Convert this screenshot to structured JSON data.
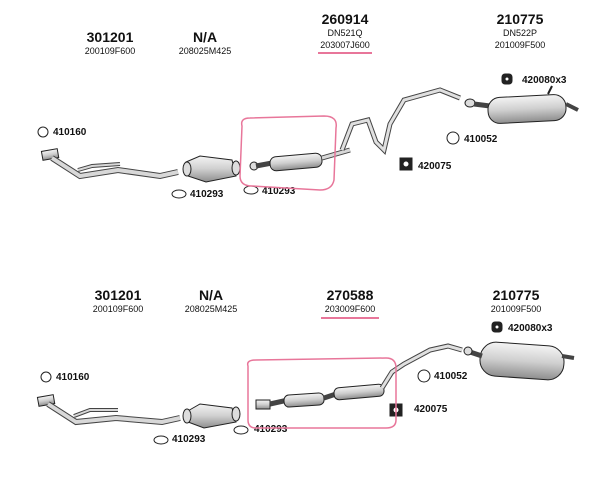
{
  "top": {
    "headers": [
      {
        "number": "301201",
        "codes": [
          "200109F600"
        ]
      },
      {
        "number": "N/A",
        "codes": [
          "208025M425"
        ]
      },
      {
        "number": "260914",
        "codes": [
          "DN521Q",
          "203007J600"
        ]
      },
      {
        "number": "210775",
        "codes": [
          "DN522P",
          "201009F500"
        ]
      }
    ],
    "parts": {
      "front_gasket": "410160",
      "cat_gasket_a": "410293",
      "cat_gasket_b": "410293",
      "hanger": "420075",
      "rear_gasket": "410052",
      "rear_hangers": "420080x3"
    }
  },
  "bottom": {
    "headers": [
      {
        "number": "301201",
        "codes": [
          "200109F600"
        ]
      },
      {
        "number": "N/A",
        "codes": [
          "208025M425"
        ]
      },
      {
        "number": "270588",
        "codes": [
          "203009F600"
        ]
      },
      {
        "number": "210775",
        "codes": [
          "201009F500"
        ]
      }
    ],
    "parts": {
      "front_gasket": "410160",
      "cat_gasket_a": "410293",
      "cat_gasket_b": "410293",
      "hanger": "420075",
      "rear_gasket": "410052",
      "rear_hangers": "420080x3"
    }
  },
  "colors": {
    "highlight": "#e8769a",
    "line": "#222222",
    "gray": "#bdbdbd"
  }
}
